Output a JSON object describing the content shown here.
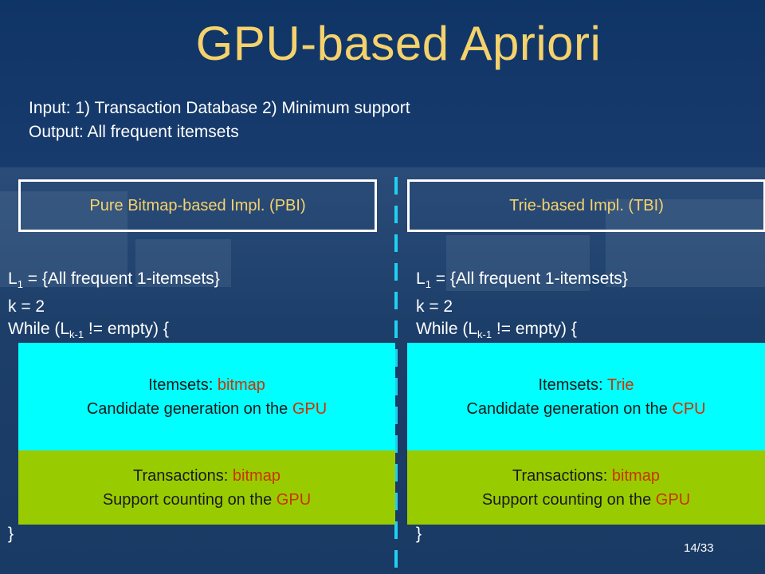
{
  "title": "GPU-based Apriori",
  "io": {
    "input": "Input: 1) Transaction Database 2) Minimum support",
    "output": "Output: All frequent itemsets"
  },
  "left": {
    "header": "Pure Bitmap-based Impl. (PBI)",
    "code": {
      "line1_pre": "L",
      "line1_sub": "1",
      "line1_post": " = {All frequent 1-itemsets}",
      "line2": "k = 2",
      "line3_pre": "While (L",
      "line3_sub": "k-1",
      "line3_post": " != empty) {",
      "close": "}"
    },
    "itemsets_label": "Itemsets: ",
    "itemsets_value": "bitmap",
    "candidate_label": "Candidate generation on the ",
    "candidate_value": "GPU",
    "transactions_label": "Transactions: ",
    "transactions_value": "bitmap",
    "support_label": "Support counting on the ",
    "support_value": "GPU"
  },
  "right": {
    "header": "Trie-based Impl. (TBI)",
    "code": {
      "line1_pre": "L",
      "line1_sub": "1",
      "line1_post": " = {All frequent 1-itemsets}",
      "line2": "k = 2",
      "line3_pre": "While (L",
      "line3_sub": "k-1",
      "line3_post": " != empty) {",
      "close": "}"
    },
    "itemsets_label": "Itemsets: ",
    "itemsets_value": "Trie",
    "candidate_label": "Candidate generation on the ",
    "candidate_value": "CPU",
    "transactions_label": "Transactions: ",
    "transactions_value": "bitmap",
    "support_label": "Support counting on the ",
    "support_value": "GPU"
  },
  "page_number": "14/33",
  "colors": {
    "title": "#f5d26c",
    "cyan_box": "#00ffff",
    "green_box": "#99cc00",
    "highlight": "#cc3300",
    "divider": "#1fd1f0"
  }
}
